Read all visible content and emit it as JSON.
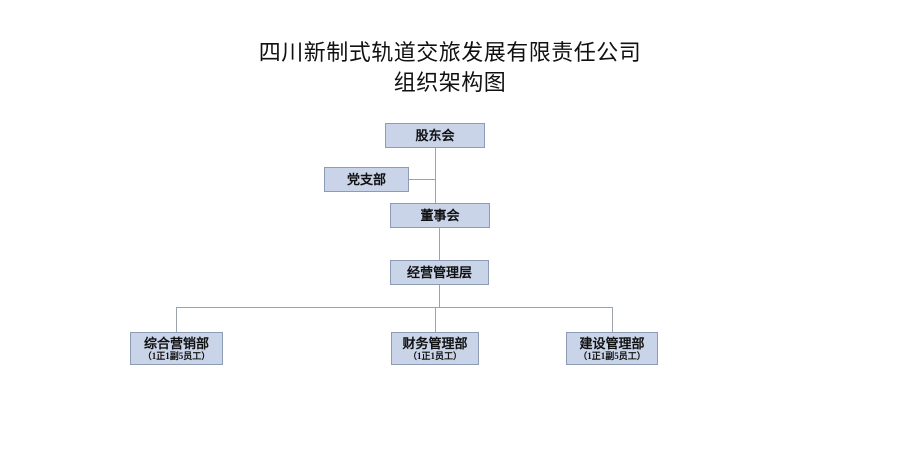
{
  "title": {
    "line1": "四川新制式轨道交旅发展有限责任公司",
    "line2": "组织架构图"
  },
  "colors": {
    "node_fill": "#c9d4e8",
    "node_border": "#8d9bb5",
    "connector": "#9aa3ad",
    "background": "#ffffff",
    "text": "#111111"
  },
  "nodes": {
    "shareholders": {
      "label": "股东会",
      "sub": ""
    },
    "party_branch": {
      "label": "党支部",
      "sub": ""
    },
    "board": {
      "label": "董事会",
      "sub": ""
    },
    "management": {
      "label": "经营管理层",
      "sub": ""
    },
    "marketing": {
      "label": "综合营销部",
      "sub": "（1正1副5员工）"
    },
    "finance": {
      "label": "财务管理部",
      "sub": "（1正1员工）"
    },
    "construction": {
      "label": "建设管理部",
      "sub": "（1正1副5员工）"
    }
  },
  "chart_data": {
    "type": "diagram",
    "diagram_kind": "organizational-chart",
    "title": "四川新制式轨道交旅发展有限责任公司 组织架构图",
    "levels": [
      {
        "level": 1,
        "nodes": [
          "股东会"
        ]
      },
      {
        "level": 2,
        "nodes": [
          "党支部",
          "董事会"
        ]
      },
      {
        "level": 3,
        "nodes": [
          "经营管理层"
        ]
      },
      {
        "level": 4,
        "nodes": [
          "综合营销部",
          "财务管理部",
          "建设管理部"
        ]
      }
    ],
    "edges": [
      {
        "from": "股东会",
        "to": "董事会"
      },
      {
        "from": "党支部",
        "to": "董事会"
      },
      {
        "from": "董事会",
        "to": "经营管理层"
      },
      {
        "from": "经营管理层",
        "to": "综合营销部"
      },
      {
        "from": "经营管理层",
        "to": "财务管理部"
      },
      {
        "from": "经营管理层",
        "to": "建设管理部"
      }
    ],
    "staffing": [
      {
        "department": "综合营销部",
        "note": "（1正1副5员工）"
      },
      {
        "department": "财务管理部",
        "note": "（1正1员工）"
      },
      {
        "department": "建设管理部",
        "note": "（1正1副5员工）"
      }
    ]
  }
}
